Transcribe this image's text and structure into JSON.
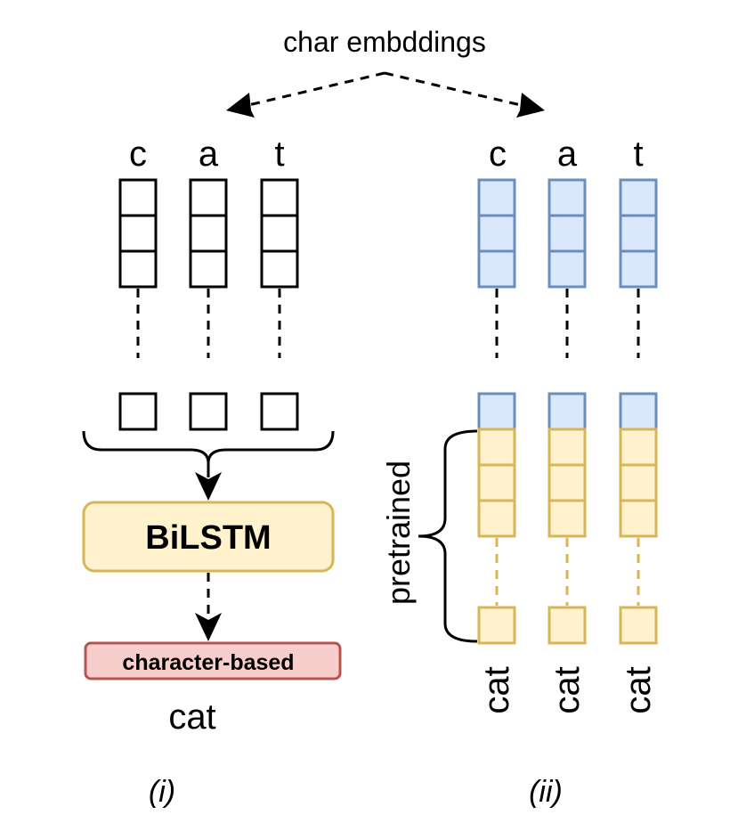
{
  "header": {
    "label": "char embddings"
  },
  "panel_i": {
    "chars": [
      "c",
      "a",
      "t"
    ],
    "encoder_label": "BiLSTM",
    "output_label": "character-based",
    "word": "cat",
    "caption": "(i)"
  },
  "panel_ii": {
    "chars": [
      "c",
      "a",
      "t"
    ],
    "pretrained_label": "pretrained",
    "words": [
      "cat",
      "cat",
      "cat"
    ],
    "caption": "(ii)"
  },
  "colors": {
    "blue_fill": "#dae8fc",
    "blue_stroke": "#6c8ebf",
    "yellow_fill": "#fff2cc",
    "yellow_stroke": "#d6b656",
    "bilstm_stroke": "#d6b656",
    "red_fill": "#f8cecc",
    "red_stroke": "#b85450"
  }
}
